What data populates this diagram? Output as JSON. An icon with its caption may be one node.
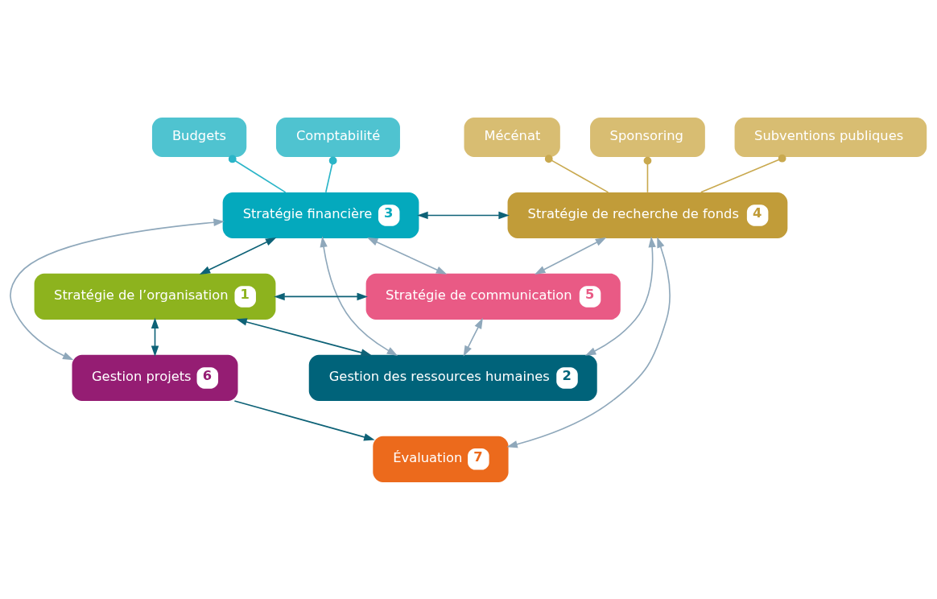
{
  "diagram": {
    "nodes": [
      {
        "text": [
          "Budgets"
        ]
      },
      {
        "text": [
          "Comptabilité"
        ]
      },
      {
        "text": [
          "Mécénat"
        ]
      },
      {
        "text": [
          "Sponsoring"
        ]
      },
      {
        "text": [
          "Subventions publiques"
        ]
      },
      {
        "text": [
          "Stratégie financière",
          "3"
        ]
      },
      {
        "text": [
          "Stratégie de recherche de fonds",
          "4"
        ]
      },
      {
        "text": [
          "Stratégie de l’organisation",
          "1"
        ]
      },
      {
        "text": [
          "Stratégie de communication",
          "5"
        ]
      },
      {
        "text": [
          "Gestion projets",
          "6"
        ]
      },
      {
        "text": [
          "Gestion des ressources humaines",
          "2"
        ]
      },
      {
        "text": [
          "Évaluation",
          "7"
        ]
      }
    ],
    "edges": [
      {
        "from": 0,
        "to": 5,
        "arrow": "other",
        "color": "#2bb5c8"
      },
      {
        "from": 1,
        "to": 5,
        "arrow": "other",
        "color": "#2bb5c8"
      },
      {
        "from": 2,
        "to": 6,
        "arrow": "other",
        "color": "#c9a94f"
      },
      {
        "from": 3,
        "to": 6,
        "arrow": "other",
        "color": "#c9a94f"
      },
      {
        "from": 4,
        "to": 6,
        "arrow": "other",
        "color": "#c9a94f"
      },
      {
        "from": 5,
        "to": 6,
        "arrow": "both",
        "color": "#0e6277"
      },
      {
        "from": 5,
        "to": 7,
        "arrow": "both",
        "color": "#0e6277"
      },
      {
        "from": 5,
        "to": 8,
        "arrow": "both"
      },
      {
        "from": 6,
        "to": 8,
        "arrow": "both"
      },
      {
        "from": 7,
        "to": 8,
        "arrow": "both",
        "color": "#0e6277"
      },
      {
        "from": 5,
        "to": 9,
        "arrow": "both"
      },
      {
        "from": 7,
        "to": 9,
        "arrow": "both",
        "color": "#0e6277"
      },
      {
        "from": 7,
        "to": 10,
        "arrow": "both",
        "color": "#0e6277"
      },
      {
        "from": 5,
        "to": 10,
        "arrow": "both"
      },
      {
        "from": 8,
        "to": 10,
        "arrow": "both"
      },
      {
        "from": 6,
        "to": 10,
        "arrow": "both"
      },
      {
        "from": 6,
        "to": 11,
        "arrow": "both"
      },
      {
        "from": 9,
        "to": 11,
        "arrow": "to",
        "color": "#0e6277"
      }
    ]
  }
}
